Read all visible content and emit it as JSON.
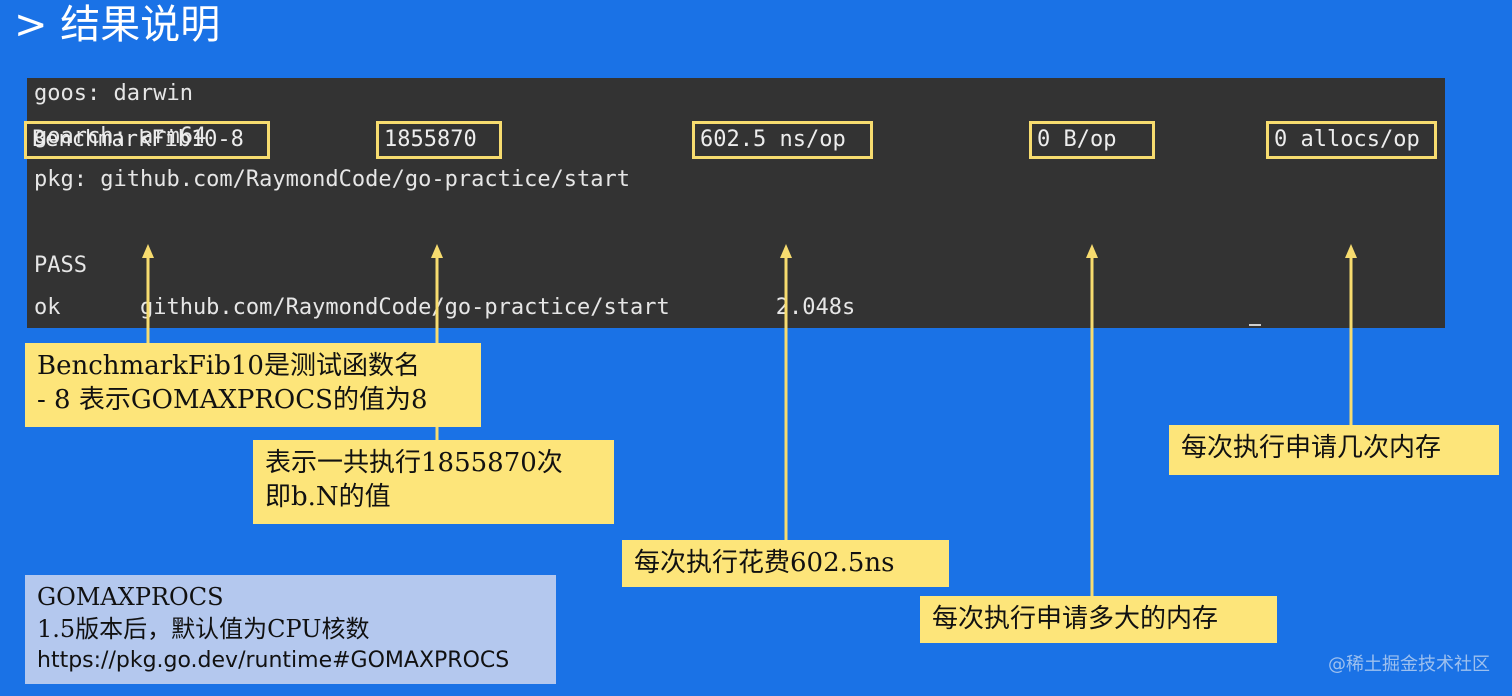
{
  "title": "> 结果说明",
  "terminal": {
    "lines": [
      "goos: darwin",
      "goarch: arm64",
      "pkg: github.com/RaymondCode/go-practice/start",
      "PASS",
      "ok      github.com/RaymondCode/go-practice/start        2.048s"
    ],
    "benchmark_row": {
      "name": "BenchmarkFib10-8",
      "iterations": "1855870",
      "ns_per_op": "602.5 ns/op",
      "bytes_per_op": "0 B/op",
      "allocs_per_op": "0 allocs/op"
    }
  },
  "callouts": {
    "name": [
      "BenchmarkFib10是测试函数名",
      "- 8  表示GOMAXPROCS的值为8"
    ],
    "iterations": [
      "表示一共执行1855870次",
      "即b.N的值"
    ],
    "ns": "每次执行花费602.5ns",
    "bytes": "每次执行申请多大的内存",
    "allocs": "每次执行申请几次内存"
  },
  "note": {
    "line1": "GOMAXPROCS",
    "line2": "1.5版本后，默认值为CPU核数",
    "line3": "https://pkg.go.dev/runtime#GOMAXPROCS"
  },
  "watermark": "@稀土掘金技术社区",
  "colors": {
    "background": "#1a72e6",
    "terminal": "#333333",
    "highlight": "#f7dc6f",
    "callout": "#fde57a",
    "note": "#b4c8ee"
  }
}
